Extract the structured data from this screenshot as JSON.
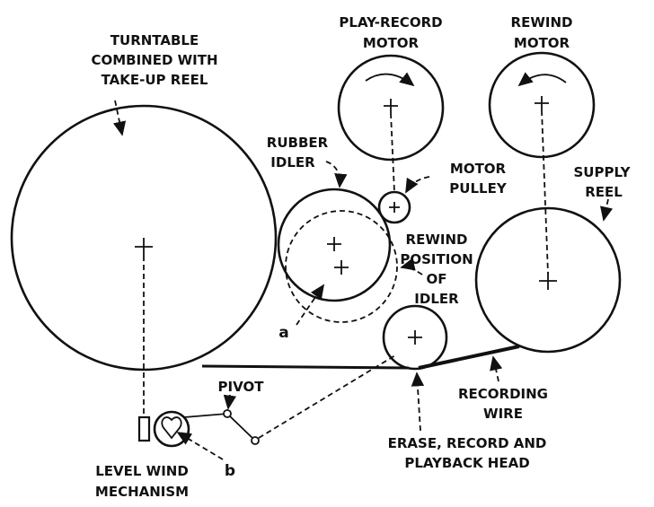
{
  "labels": {
    "turntable": [
      "TURNTABLE",
      "COMBINED WITH",
      "TAKE-UP REEL"
    ],
    "play_record_motor": [
      "PLAY-RECORD",
      "MOTOR"
    ],
    "rewind_motor": [
      "REWIND",
      "MOTOR"
    ],
    "rubber_idler": [
      "RUBBER",
      "IDLER"
    ],
    "motor_pulley": [
      "MOTOR",
      "PULLEY"
    ],
    "supply_reel": [
      "SUPPLY",
      "REEL"
    ],
    "rewind_position": [
      "REWIND",
      "POSITION",
      "OF",
      "IDLER"
    ],
    "a": "a",
    "pivot": "PIVOT",
    "recording_wire": [
      "RECORDING",
      "WIRE"
    ],
    "head": [
      "ERASE, RECORD AND",
      "PLAYBACK HEAD"
    ],
    "level_wind": [
      "LEVEL WIND",
      "MECHANISM"
    ],
    "b": "b"
  }
}
